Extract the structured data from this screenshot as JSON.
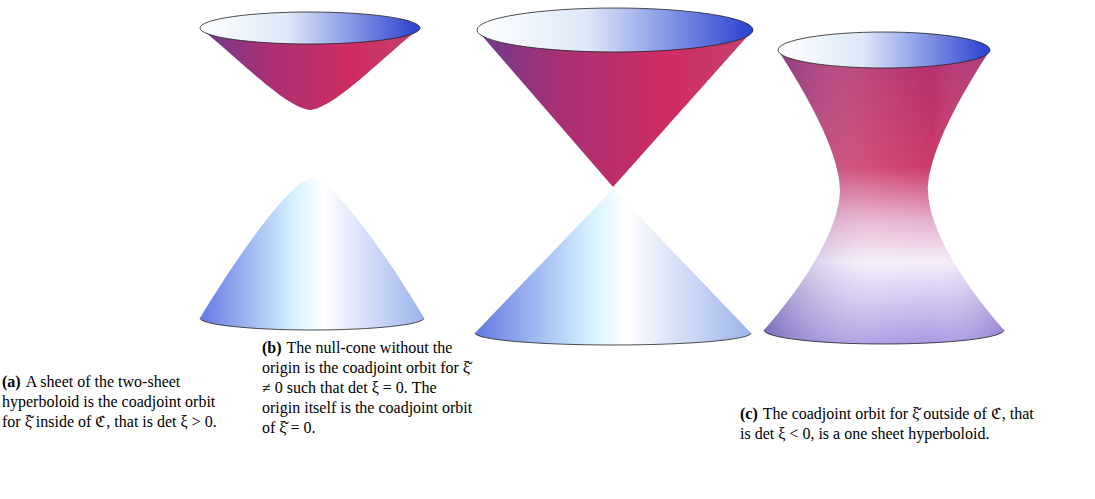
{
  "diagram": {
    "labels": [
      "(a)",
      "A sheet of the two-sheet hyperboloid is the coadjoint orbit for ξ̌ inside of ℭ, that is det ξ > 0.",
      "(b)",
      "The null-cone without the origin is the coadjoint orbit for ξ̌ ≠ 0 such that det ξ = 0. The origin itself is the coadjoint orbit of ξ̌ = 0.",
      "(c)",
      "The coadjoint orbit for ξ̌ outside of ℭ, that is det ξ < 0, is a one sheet hyperboloid."
    ]
  }
}
